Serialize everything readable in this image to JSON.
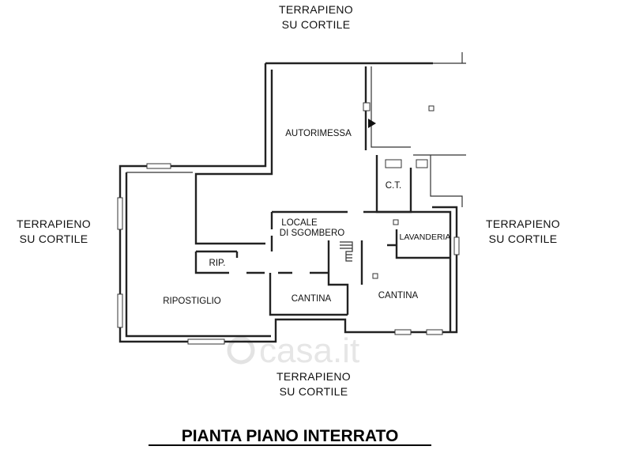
{
  "surroundings": {
    "top": [
      "TERRAPIENO",
      "SU CORTILE"
    ],
    "left": [
      "TERRAPIENO",
      "SU CORTILE"
    ],
    "right": [
      "TERRAPIENO",
      "SU CORTILE"
    ],
    "bottom": [
      "TERRAPIENO",
      "SU CORTILE"
    ]
  },
  "rooms": {
    "autorimessa": "AUTORIMESSA",
    "ct": "C.T.",
    "locale": [
      "LOCALE",
      "DI SGOMBERO"
    ],
    "lavanderia": "LAVANDERIA",
    "rip": "RIP.",
    "ripostiglio": "RIPOSTIGLIO",
    "cantina_small": "CANTINA",
    "cantina_large": "CANTINA"
  },
  "title": "PIANTA PIANO INTERRATO",
  "watermark": "casa.it"
}
